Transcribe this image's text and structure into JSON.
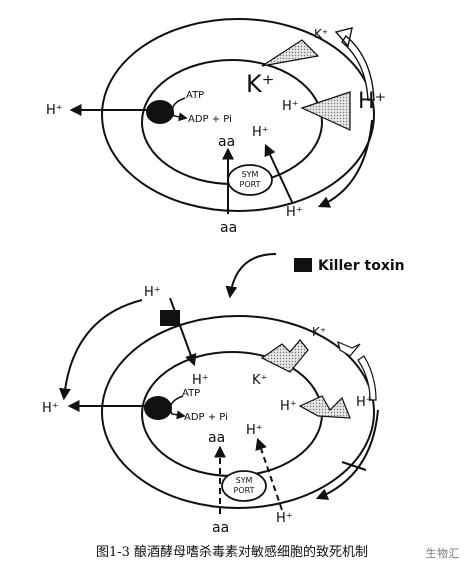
{
  "top": {
    "k_big": "K⁺",
    "h_big": "H⁺",
    "k_small": "K⁺",
    "h_inner_1": "H⁺",
    "h_inner_2": "H⁺",
    "h_left": "H⁺",
    "h_bottom": "H⁺",
    "atp": "ATP",
    "adp": "ADP + Pi",
    "aa_in": "aa",
    "aa_out": "aa",
    "symport": [
      "SYM",
      "PORT"
    ]
  },
  "toxin": {
    "label": "Killer toxin"
  },
  "bottom": {
    "h_top": "H⁺",
    "h_under_toxin": "H⁺",
    "k_small": "K⁺",
    "k_inner": "K⁺",
    "h_inner": "H⁺",
    "h_right": "H⁺",
    "h_left": "H⁺",
    "h_inner_2": "H⁺",
    "h_bottom": "H⁺",
    "atp": "ATP",
    "adp": "ADP + Pi",
    "aa_in": "aa",
    "aa_out": "aa",
    "symport": [
      "SYM",
      "PORT"
    ]
  },
  "caption": "图1-3  酿酒酵母嗜杀毒素对敏感细胞的致死机制",
  "watermark": "生物汇"
}
